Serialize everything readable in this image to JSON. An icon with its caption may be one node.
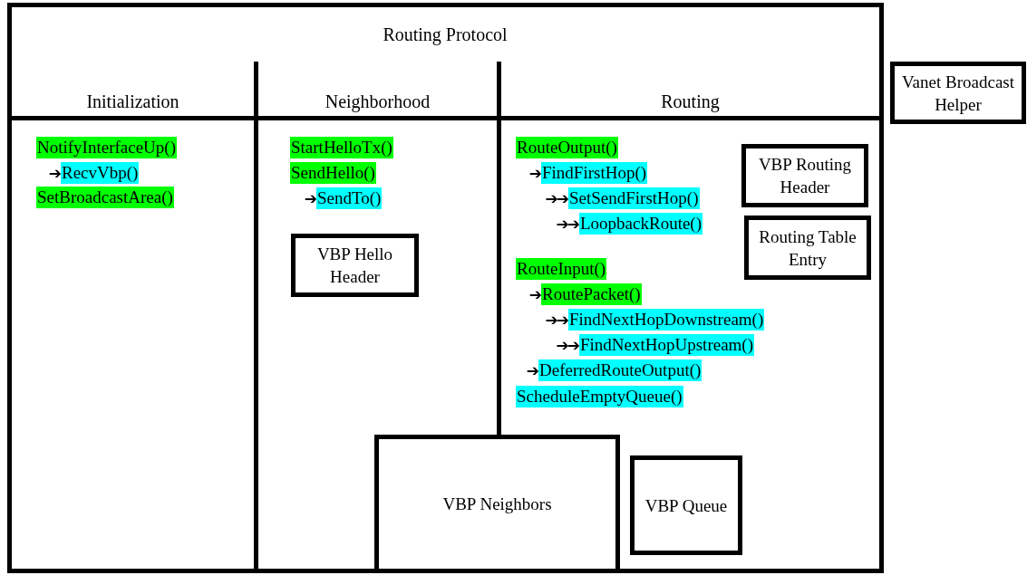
{
  "diagram": {
    "nodes": [
      {
        "text": [
          "Routing Protocol"
        ]
      },
      {
        "text": [
          "Initialization"
        ],
        "in": 0
      },
      {
        "text": [
          "Neighborhood"
        ],
        "in": 0
      },
      {
        "text": [
          "Routing"
        ],
        "in": 0
      },
      {
        "text": [
          "NotifyInterfaceUp()"
        ],
        "in": 1
      },
      {
        "text": [
          "RecvVbp()"
        ],
        "in": 1,
        "beside": [
          "➔"
        ]
      },
      {
        "text": [
          "SetBroadcastArea()"
        ],
        "in": 1
      },
      {
        "text": [
          "StartHelloTx()"
        ],
        "in": 2
      },
      {
        "text": [
          "SendHello()"
        ],
        "in": 2
      },
      {
        "text": [
          "SendTo()"
        ],
        "in": 2,
        "beside": [
          "➔"
        ]
      },
      {
        "text": [
          "VBP Hello Header"
        ],
        "in": 2
      },
      {
        "text": [
          "RouteOutput()"
        ],
        "in": 3
      },
      {
        "text": [
          "FindFirstHop()"
        ],
        "in": 3,
        "beside": [
          "➔"
        ]
      },
      {
        "text": [
          "SetSendFirstHop()"
        ],
        "in": 3,
        "beside": [
          "➔➔"
        ]
      },
      {
        "text": [
          "LoopbackRoute()"
        ],
        "in": 3,
        "beside": [
          "➔➔"
        ]
      },
      {
        "text": [
          "RouteInput()"
        ],
        "in": 3
      },
      {
        "text": [
          "RoutePacket()"
        ],
        "in": 3,
        "beside": [
          "➔"
        ]
      },
      {
        "text": [
          "FindNextHopDownstream()"
        ],
        "in": 3,
        "beside": [
          "➔➔"
        ]
      },
      {
        "text": [
          "FindNextHopUpstream()"
        ],
        "in": 3,
        "beside": [
          "➔➔"
        ]
      },
      {
        "text": [
          "DeferredRouteOutput()"
        ],
        "in": 3,
        "beside": [
          "➔"
        ]
      },
      {
        "text": [
          "ScheduleEmptyQueue()"
        ],
        "in": 3
      },
      {
        "text": [
          "VBP Routing Header"
        ],
        "in": 3
      },
      {
        "text": [
          "Routing Table Entry"
        ],
        "in": 3
      },
      {
        "text": [
          "VBP Neighbors"
        ],
        "in": 0
      },
      {
        "text": [
          "VBP Queue"
        ],
        "in": 0
      },
      {
        "text": [
          "Vanet Broadcast Helper"
        ]
      }
    ]
  }
}
